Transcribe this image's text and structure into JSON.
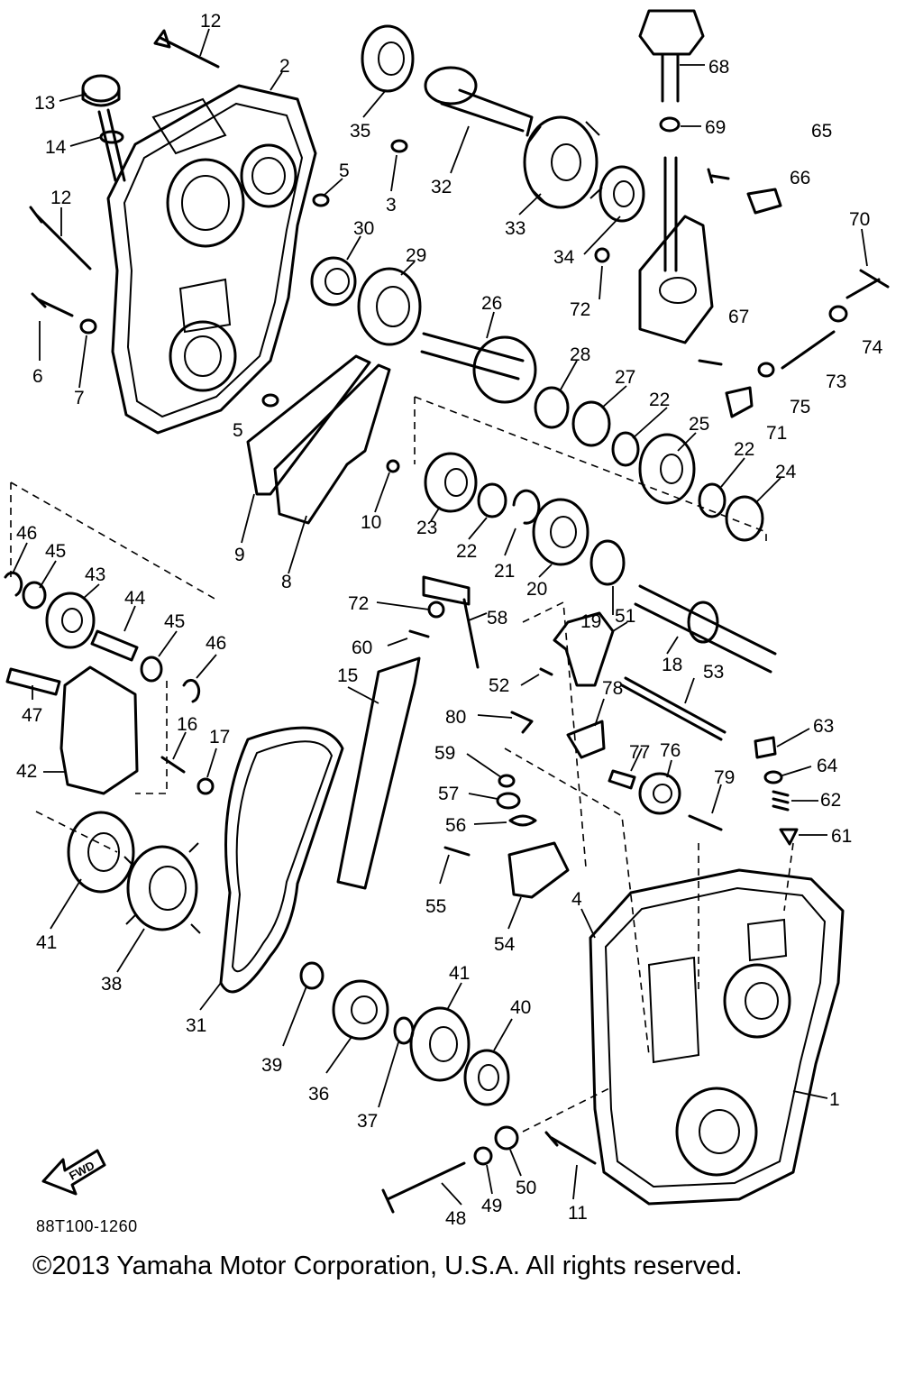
{
  "diagram": {
    "part_code": "88T100-1260",
    "fwd_label": "FWD",
    "callouts": [
      "12",
      "2",
      "13",
      "14",
      "12",
      "6",
      "7",
      "5",
      "35",
      "5",
      "3",
      "30",
      "29",
      "32",
      "33",
      "34",
      "68",
      "69",
      "65",
      "66",
      "70",
      "72",
      "67",
      "74",
      "73",
      "75",
      "71",
      "26",
      "28",
      "27",
      "22",
      "25",
      "22",
      "24",
      "10",
      "9",
      "8",
      "23",
      "22",
      "21",
      "20",
      "19",
      "18",
      "51",
      "53",
      "72",
      "58",
      "60",
      "52",
      "80",
      "78",
      "77",
      "76",
      "79",
      "63",
      "64",
      "62",
      "61",
      "59",
      "57",
      "56",
      "55",
      "54",
      "15",
      "16",
      "17",
      "46",
      "45",
      "43",
      "44",
      "45",
      "46",
      "47",
      "42",
      "41",
      "38",
      "31",
      "39",
      "36",
      "41",
      "40",
      "37",
      "4",
      "1",
      "11",
      "48",
      "49",
      "50"
    ]
  },
  "footer": {
    "copyright": "©2013 Yamaha Motor Corporation, U.S.A. All rights reserved."
  }
}
